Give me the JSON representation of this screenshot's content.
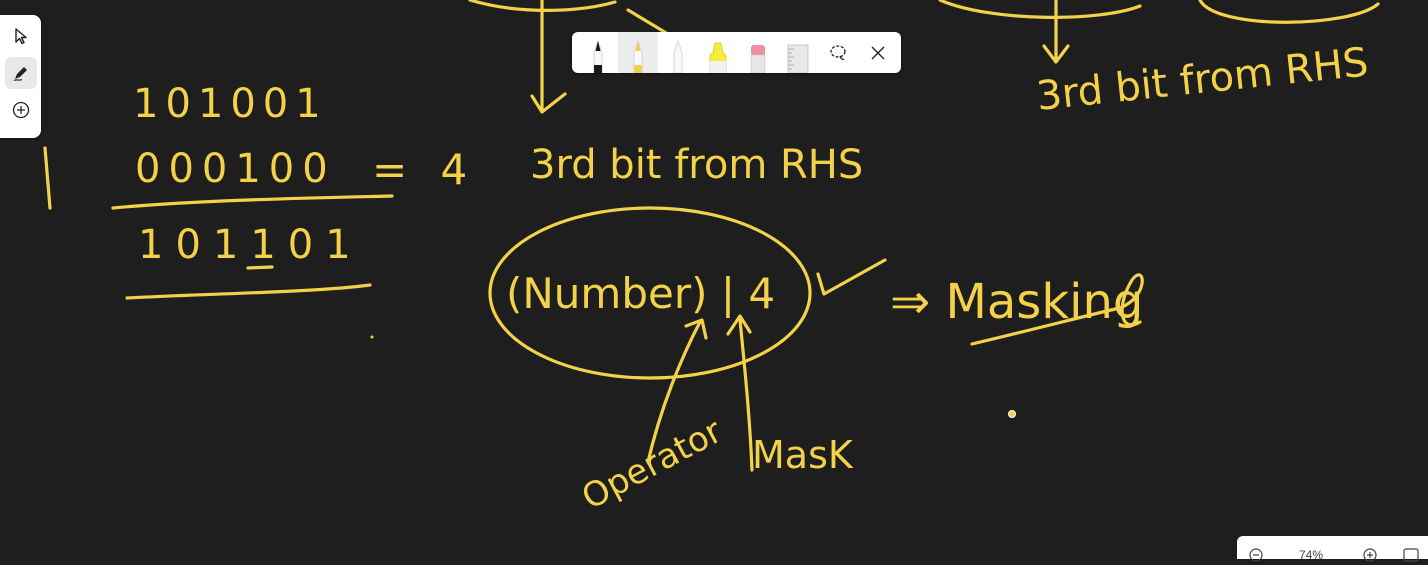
{
  "app": {
    "tool_rail": [
      {
        "name": "select",
        "icon": "cursor-icon"
      },
      {
        "name": "pen",
        "icon": "pen-icon",
        "active": true
      },
      {
        "name": "add",
        "icon": "plus-circle-icon"
      }
    ],
    "pen_toolbar": {
      "pens": [
        {
          "icon": "black-pen-icon",
          "color": "#222222"
        },
        {
          "icon": "yellow-pen-icon",
          "color": "#f3d24a",
          "active": true
        },
        {
          "icon": "white-pen-icon",
          "color": "#f4f4f4"
        },
        {
          "icon": "highlighter-icon",
          "color": "#f7ec3a"
        },
        {
          "icon": "eraser-icon",
          "color": "#f08fa0"
        },
        {
          "icon": "ruler-icon",
          "color": "#cccccc"
        }
      ],
      "lasso_icon": "lasso-icon",
      "close_icon": "close-icon"
    },
    "zoom": {
      "label": "74%",
      "zoom_out_icon": "zoom-out-icon",
      "zoom_in_icon": "zoom-in-icon",
      "fit_icon": "fit-screen-icon"
    }
  },
  "ink_color": "#f3d24a",
  "canvas_bg": "#1e1e1e",
  "notes": {
    "row1": "101001",
    "row2": "000100",
    "eq4": "= 4",
    "row3": "101101",
    "third_bit": "3rd bit from RHS",
    "third_bit_top_right": "3rd bit from RHS",
    "expression": "(Number) | 4",
    "masking": "⇒ Masking",
    "operator": "Operator",
    "mask": "MasK"
  }
}
